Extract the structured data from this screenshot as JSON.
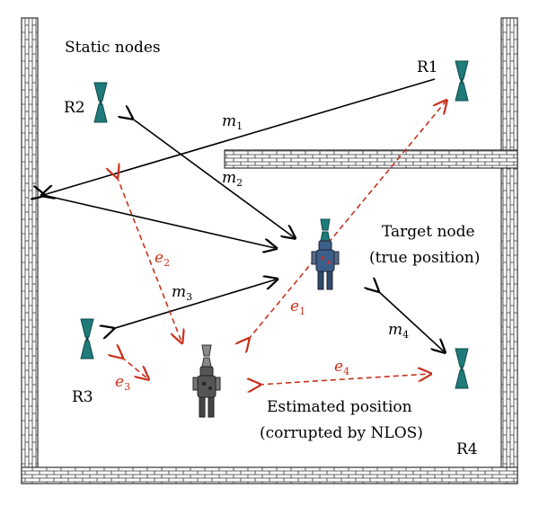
{
  "labels": {
    "static_nodes": "Static nodes",
    "target_node_line1": "Target node",
    "target_node_line2": "(true position)",
    "estimated_line1": "Estimated position",
    "estimated_line2": "(corrupted by NLOS)",
    "r1": "R1",
    "r2": "R2",
    "r3": "R3",
    "r4": "R4"
  },
  "measurements": {
    "m1": {
      "base": "m",
      "sub": "1"
    },
    "m2": {
      "base": "m",
      "sub": "2"
    },
    "m3": {
      "base": "m",
      "sub": "3"
    },
    "m4": {
      "base": "m",
      "sub": "4"
    }
  },
  "errors": {
    "e1": {
      "base": "e",
      "sub": "1"
    },
    "e2": {
      "base": "e",
      "sub": "2"
    },
    "e3": {
      "base": "e",
      "sub": "3"
    },
    "e4": {
      "base": "e",
      "sub": "4"
    }
  },
  "colors": {
    "wall_fill": "#ffffff",
    "wall_line": "#333333",
    "antenna": "#1f7a7a",
    "measurement_line": "#000000",
    "error_line": "#c8321e",
    "robot_true": "#3a5f8a",
    "robot_est": "#555555"
  },
  "icons": {
    "anchor": "antenna-icon",
    "target": "robot-icon",
    "estimate": "robot-icon"
  }
}
